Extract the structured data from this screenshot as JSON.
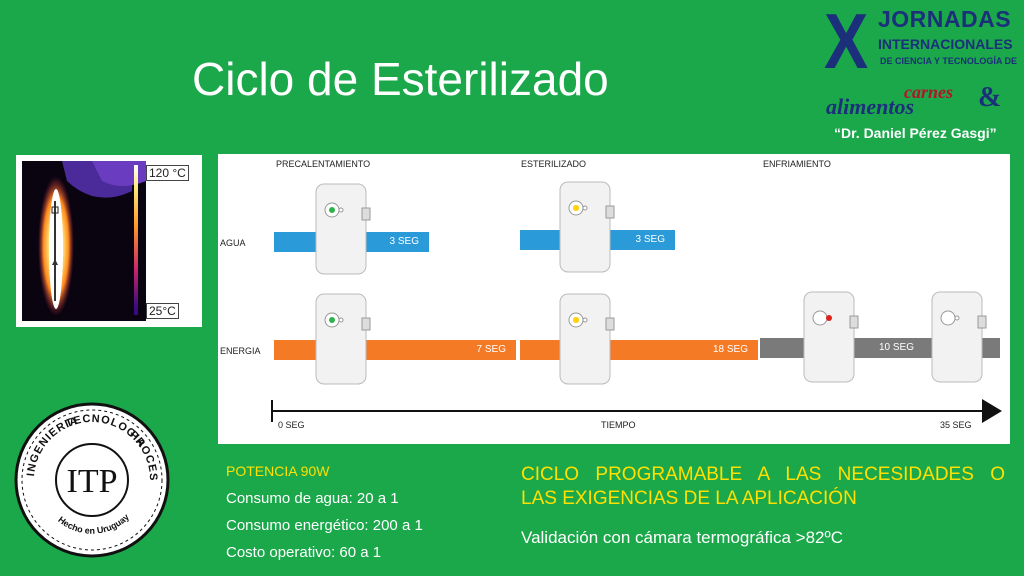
{
  "title": "Ciclo de Esterilizado",
  "logo": {
    "x": "X",
    "line1": "JORNADAS",
    "line2": "INTERNACIONALES",
    "line3": "DE CIENCIA Y TECNOLOGÍA DE",
    "carnes": "carnes",
    "amp": "&",
    "alimentos": "alimentos",
    "honoree": "“Dr. Daniel Pérez Gasgi”"
  },
  "thermal": {
    "max_label": "120 °C",
    "min_label": "25°C"
  },
  "diagram": {
    "phases": [
      "PRECALENTAMIENTO",
      "ESTERILIZADO",
      "ENFRIAMIENTO"
    ],
    "rows": [
      "AGUA",
      "ENERGIA"
    ],
    "water_bars": [
      {
        "label": "3 SEG",
        "color": "#2a9ad8"
      },
      {
        "label": "3 SEG",
        "color": "#2a9ad8"
      }
    ],
    "energy_bars": [
      {
        "label": "7 SEG",
        "color": "#f47a26"
      },
      {
        "label": "18 SEG",
        "color": "#f47a26"
      },
      {
        "label": "10 SEG",
        "color": "#7a7a7a"
      }
    ],
    "axis_start": "0 SEG",
    "axis_label": "TIEMPO",
    "axis_end": "35 SEG",
    "indicator_colors": [
      "#2db34a",
      "#ffd200",
      "#2db34a",
      "#ffd200",
      "#e0201b"
    ]
  },
  "seal": {
    "center": "ITP",
    "words": [
      "INGENIERIA",
      "TECNOLOGIA",
      "PROCESOS"
    ],
    "bottom": "Hecho en Uruguay"
  },
  "info": {
    "potencia": "POTENCIA 90W",
    "agua": "Consumo de agua: 20 a 1",
    "energia": "Consumo energético: 200 a 1",
    "costo": "Costo operativo: 60 a 1"
  },
  "cycle": {
    "line1": "CICLO PROGRAMABLE A LAS NECESIDADES O",
    "line2": "LAS EXIGENCIAS DE LA APLICACIÓN",
    "validation": "Validación con cámara termográfica >82ºC"
  }
}
